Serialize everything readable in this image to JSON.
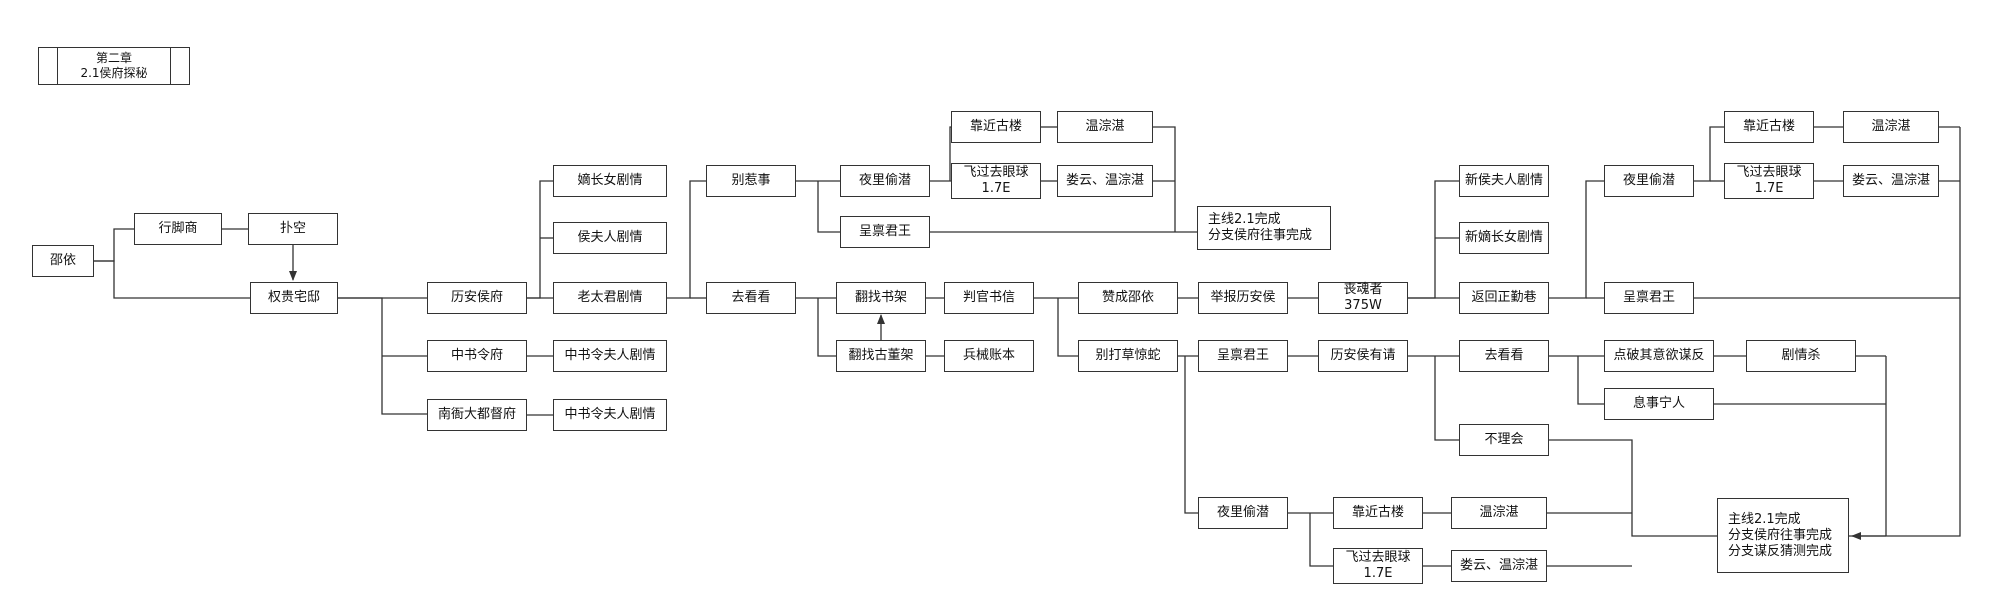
{
  "header": {
    "chapter": "第二章",
    "section": "2.1侯府探秘"
  },
  "nodes": [
    {
      "id": "n1",
      "label": "邵依"
    },
    {
      "id": "n2",
      "label": "行脚商"
    },
    {
      "id": "n3",
      "label": "扑空"
    },
    {
      "id": "n4",
      "label": "权贵宅邸"
    },
    {
      "id": "n5",
      "label": "历安侯府"
    },
    {
      "id": "n6",
      "label": "中书令府"
    },
    {
      "id": "n7",
      "label": "南衙大都督府"
    },
    {
      "id": "n8",
      "label": "嫡长女剧情"
    },
    {
      "id": "n9",
      "label": "侯夫人剧情"
    },
    {
      "id": "n10",
      "label": "老太君剧情"
    },
    {
      "id": "n11",
      "label": "中书令夫人剧情"
    },
    {
      "id": "n12",
      "label": "中书令夫人剧情"
    },
    {
      "id": "n13",
      "label": "别惹事"
    },
    {
      "id": "n14",
      "label": "去看看"
    },
    {
      "id": "n15",
      "label": "夜里偷潜"
    },
    {
      "id": "n16",
      "label": "呈禀君王"
    },
    {
      "id": "n17",
      "label": "翻找书架"
    },
    {
      "id": "n18",
      "label": "翻找古董架"
    },
    {
      "id": "n19",
      "label": "判官书信"
    },
    {
      "id": "n20",
      "label": "兵械账本"
    },
    {
      "id": "n21",
      "label": "靠近古楼"
    },
    {
      "id": "n22",
      "label": "飞过去眼球\n1.7E"
    },
    {
      "id": "n23",
      "label": "温淙湛"
    },
    {
      "id": "n24",
      "label": "娄云、温淙湛"
    },
    {
      "id": "n25",
      "label": "主线2.1完成\n分支侯府往事完成"
    },
    {
      "id": "n26",
      "label": "赞成邵依"
    },
    {
      "id": "n27",
      "label": "别打草惊蛇"
    },
    {
      "id": "n28",
      "label": "举报历安侯"
    },
    {
      "id": "n29",
      "label": "丧魂者\n375W"
    },
    {
      "id": "n30",
      "label": "呈禀君王"
    },
    {
      "id": "n31",
      "label": "历安侯有请"
    },
    {
      "id": "n32",
      "label": "新侯夫人剧情"
    },
    {
      "id": "n33",
      "label": "新嫡长女剧情"
    },
    {
      "id": "n34",
      "label": "返回正勤巷"
    },
    {
      "id": "n35",
      "label": "去看看"
    },
    {
      "id": "n36",
      "label": "不理会"
    },
    {
      "id": "n37",
      "label": "点破其意欲谋反"
    },
    {
      "id": "n38",
      "label": "剧情杀"
    },
    {
      "id": "n39",
      "label": "息事宁人"
    },
    {
      "id": "n40",
      "label": "夜里偷潜"
    },
    {
      "id": "n41",
      "label": "靠近古楼"
    },
    {
      "id": "n42",
      "label": "飞过去眼球\n1.7E"
    },
    {
      "id": "n43",
      "label": "温淙湛"
    },
    {
      "id": "n44",
      "label": "娄云、温淙湛"
    },
    {
      "id": "n45",
      "label": "主线2.1完成\n分支侯府往事完成\n分支谋反猜测完成"
    },
    {
      "id": "n46",
      "label": "夜里偷潜"
    },
    {
      "id": "n47",
      "label": "呈禀君王"
    },
    {
      "id": "n48",
      "label": "靠近古楼"
    },
    {
      "id": "n49",
      "label": "温淙湛"
    },
    {
      "id": "n50",
      "label": "飞过去眼球\n1.7E"
    },
    {
      "id": "n51",
      "label": "娄云、温淙湛"
    }
  ]
}
